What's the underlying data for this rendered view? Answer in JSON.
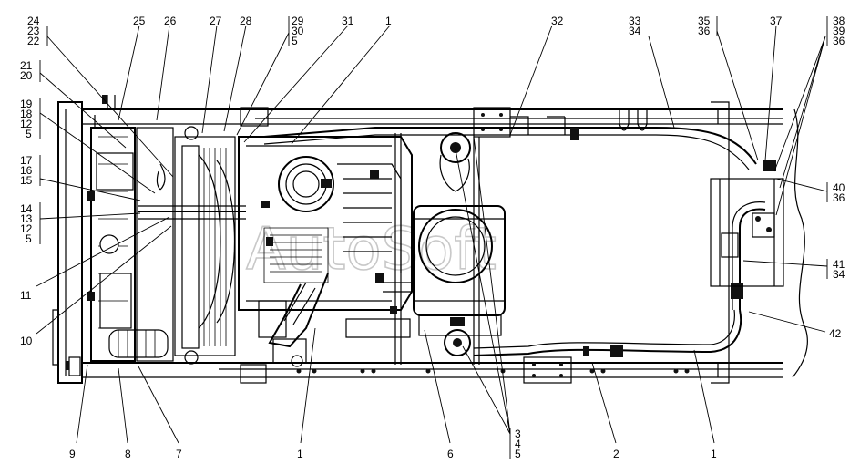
{
  "watermark": "AutoSoft",
  "callouts": {
    "top": [
      {
        "id": "c-24-23-22",
        "lines": [
          "24",
          "23",
          "22"
        ]
      },
      {
        "id": "c-25",
        "lines": [
          "25"
        ]
      },
      {
        "id": "c-26",
        "lines": [
          "26"
        ]
      },
      {
        "id": "c-27",
        "lines": [
          "27"
        ]
      },
      {
        "id": "c-28",
        "lines": [
          "28"
        ]
      },
      {
        "id": "c-29-30-5",
        "lines": [
          "29",
          "30",
          "5"
        ]
      },
      {
        "id": "c-31",
        "lines": [
          "31"
        ]
      },
      {
        "id": "c-1-top",
        "lines": [
          "1"
        ]
      },
      {
        "id": "c-32",
        "lines": [
          "32"
        ]
      },
      {
        "id": "c-33-34",
        "lines": [
          "33",
          "34"
        ]
      },
      {
        "id": "c-35-36",
        "lines": [
          "35",
          "36"
        ]
      },
      {
        "id": "c-37",
        "lines": [
          "37"
        ]
      },
      {
        "id": "c-38-39-36",
        "lines": [
          "38",
          "39",
          "36"
        ]
      }
    ],
    "left": [
      {
        "id": "c-21-20",
        "lines": [
          "21",
          "20"
        ]
      },
      {
        "id": "c-19-18-12-5",
        "lines": [
          "19",
          "18",
          "12",
          "5"
        ]
      },
      {
        "id": "c-17-16-15",
        "lines": [
          "17",
          "16",
          "15"
        ]
      },
      {
        "id": "c-14-13-12-5",
        "lines": [
          "14",
          "13",
          "12",
          "5"
        ]
      },
      {
        "id": "c-11",
        "lines": [
          "11"
        ]
      },
      {
        "id": "c-10",
        "lines": [
          "10"
        ]
      }
    ],
    "right": [
      {
        "id": "c-40-36",
        "lines": [
          "40",
          "36"
        ]
      },
      {
        "id": "c-41-34",
        "lines": [
          "41",
          "34"
        ]
      },
      {
        "id": "c-42",
        "lines": [
          "42"
        ]
      }
    ],
    "bottom": [
      {
        "id": "c-9",
        "lines": [
          "9"
        ]
      },
      {
        "id": "c-8",
        "lines": [
          "8"
        ]
      },
      {
        "id": "c-7",
        "lines": [
          "7"
        ]
      },
      {
        "id": "c-1-bottom-left",
        "lines": [
          "1"
        ]
      },
      {
        "id": "c-6",
        "lines": [
          "6"
        ]
      },
      {
        "id": "c-3-4-5",
        "lines": [
          "3",
          "4",
          "5"
        ]
      },
      {
        "id": "c-2",
        "lines": [
          "2"
        ]
      },
      {
        "id": "c-1-bottom-right",
        "lines": [
          "1"
        ]
      }
    ]
  }
}
